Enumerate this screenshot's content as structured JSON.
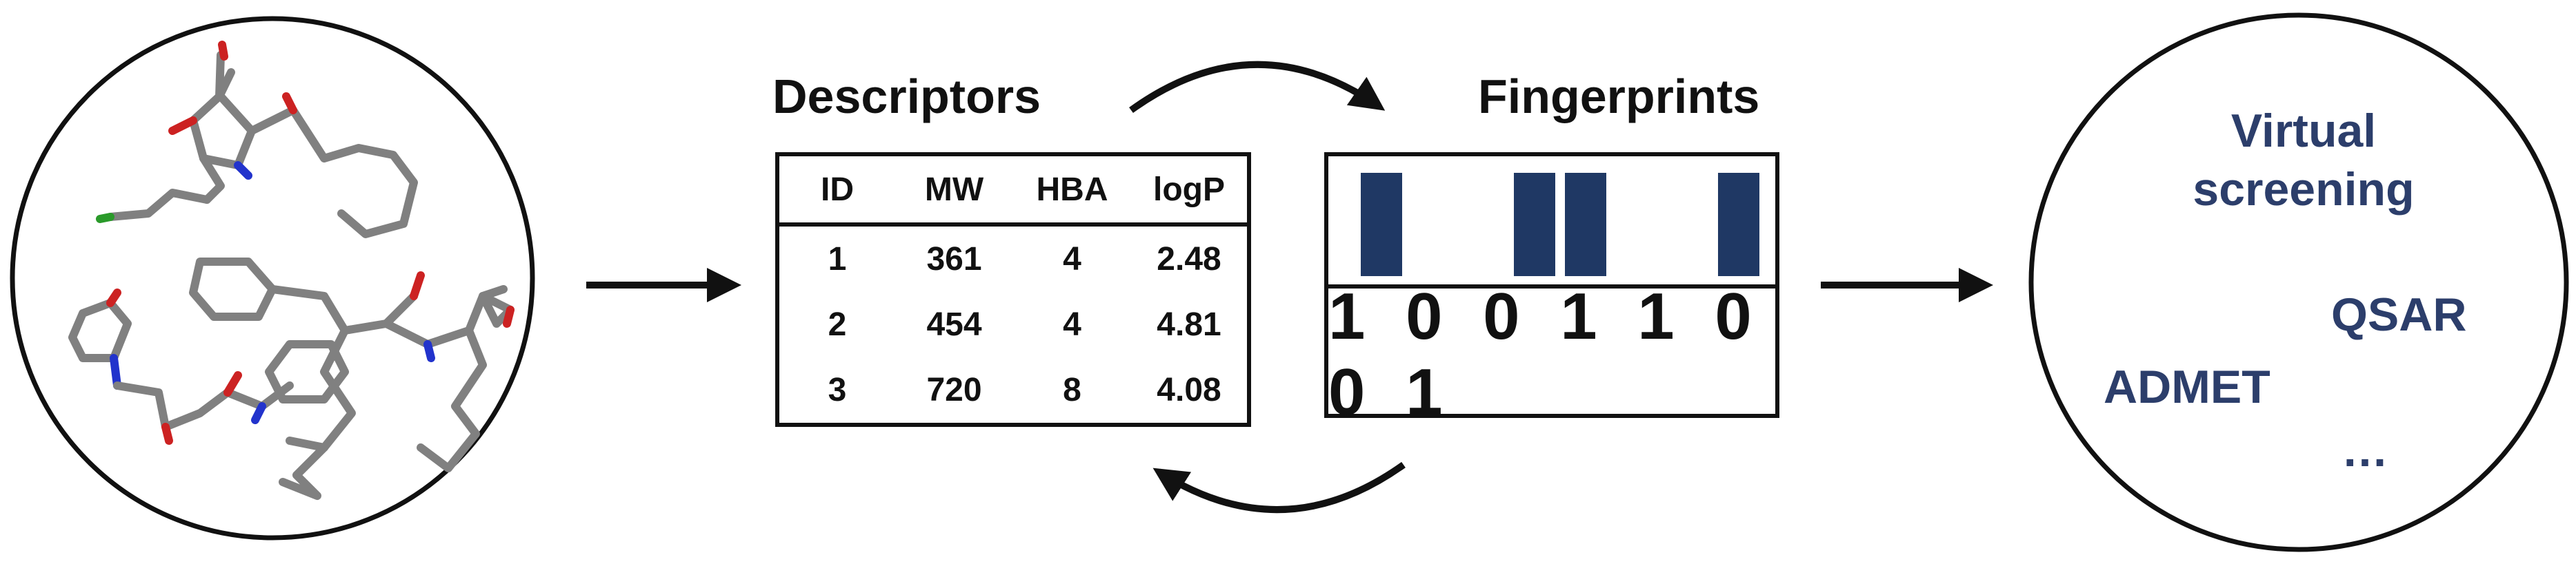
{
  "descriptors": {
    "title": "Descriptors",
    "columns": [
      "ID",
      "MW",
      "HBA",
      "logP"
    ],
    "rows": [
      [
        "1",
        "361",
        "4",
        "2.48"
      ],
      [
        "2",
        "454",
        "4",
        "4.81"
      ],
      [
        "3",
        "720",
        "8",
        "4.08"
      ]
    ]
  },
  "fingerprints": {
    "title": "Fingerprints",
    "bits": [
      1,
      0,
      0,
      1,
      1,
      0,
      0,
      1
    ],
    "bit_string": "1 0 0 1 1 0 0 1",
    "bar_color": "#1f3864"
  },
  "applications": {
    "virtual_screening": "Virtual screening",
    "qsar": "QSAR",
    "admet": "ADMET",
    "more": "…",
    "text_color": "#2c3e6b"
  },
  "molecule_colors": {
    "bond": "#808080",
    "oxygen": "#cc2222",
    "nitrogen": "#2233cc",
    "chlorine": "#2a9a2a"
  }
}
